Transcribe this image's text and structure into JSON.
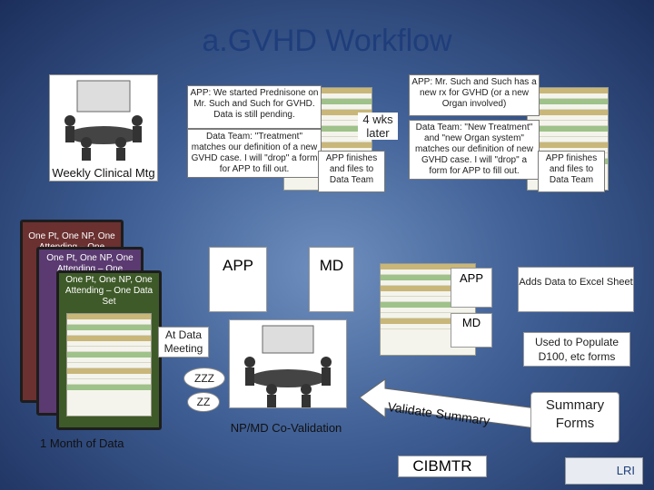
{
  "title": "a.GVHD Workflow",
  "meeting_label": "Weekly Clinical Mtg",
  "callout_app_prednisone": "APP: We started Prednisone on Mr. Such and Such for GVHD. Data is still pending.",
  "callout_data_team_1": "Data Team: \"Treatment\" matches our definition of a new GVHD case. I will \"drop\" a form for APP to fill out.",
  "four_wks_later": "4 wks later",
  "app_finishes_1": "APP finishes and files to Data Team",
  "callout_app_new_rx": "APP: Mr. Such and Such has a new rx for GVHD (or a new Organ involved)",
  "callout_data_team_2": "Data Team: \"New Treatment\" and \"new Organ system\" matches our definition of new GVHD case. I will \"drop\" a form for APP to fill out.",
  "app_finishes_2": "APP finishes and files to Data Team",
  "stack_card_1": "One Pt, One NP, One Attending – One",
  "stack_card_2": "One Pt, One NP, One Attending – One",
  "stack_card_3": "One Pt, One NP, One Attending – One Data Set",
  "one_month_label": "1 Month of Data",
  "app_label": "APP",
  "md_label": "MD",
  "app_label_right": "APP",
  "md_label_right": "MD",
  "adds_data": "Adds Data to Excel Sheet",
  "used_to_populate": "Used to Populate D100, etc forms",
  "at_data_meeting": "At Data Meeting",
  "zzz": "ZZZ",
  "zz": "ZZ",
  "np_md_covalidation": "NP/MD Co-Validation",
  "validate_summary": "Validate Summary",
  "summary_forms": "Summary Forms",
  "cibmtr": "CIBMTR",
  "logo_text": "LRI"
}
